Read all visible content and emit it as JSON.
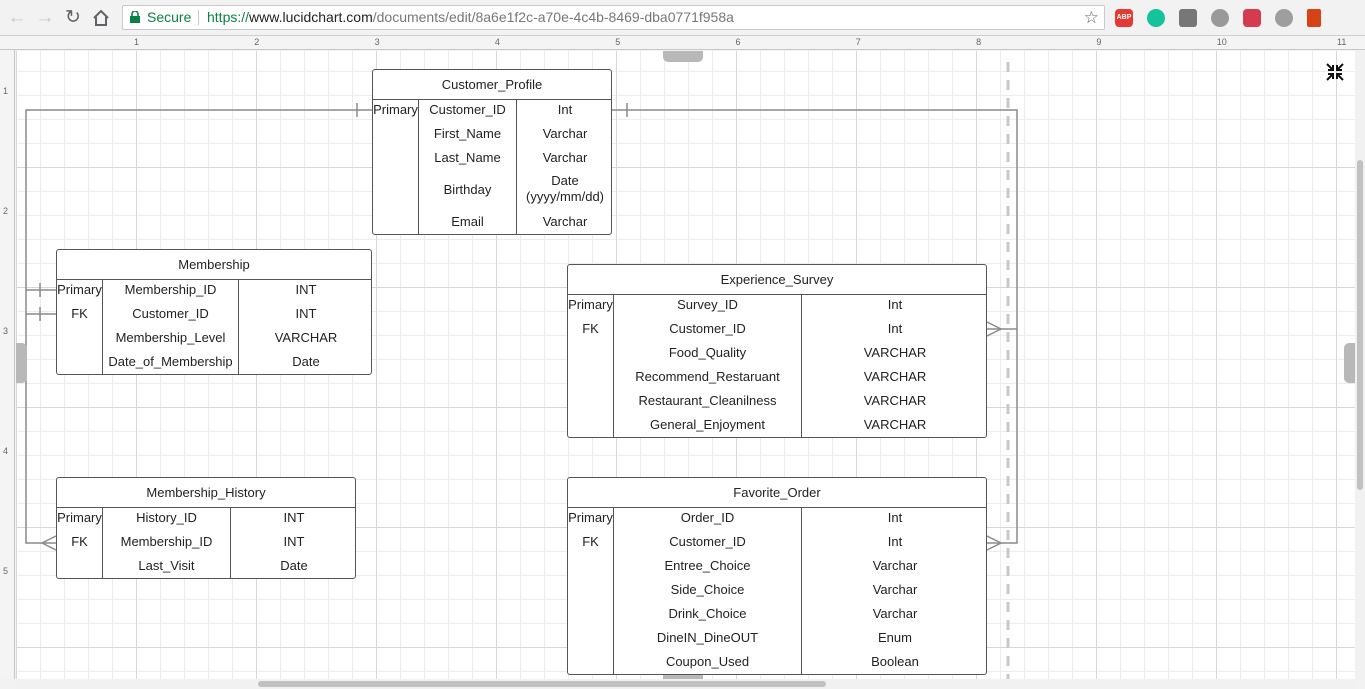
{
  "browser": {
    "secure_label": "Secure",
    "url_scheme": "https://",
    "url_host": "www.lucidchart.com",
    "url_path": "/documents/edit/8a6e1f2c-a70e-4c4b-8469-dba0771f958a",
    "extensions": [
      "ABP",
      "grammarly",
      "ext",
      "ext",
      "pocket",
      "palette",
      "bookmark"
    ]
  },
  "rulers": {
    "top_labels": [
      "1",
      "2",
      "3",
      "4",
      "5",
      "6",
      "7",
      "8",
      "9",
      "10",
      "11"
    ],
    "left_labels": [
      "1",
      "2",
      "3",
      "4",
      "5"
    ]
  },
  "diagram": {
    "entities": [
      {
        "name": "Customer_Profile",
        "rows": [
          {
            "key": "Primary",
            "field": "Customer_ID",
            "type": "Int"
          },
          {
            "key": "",
            "field": "First_Name",
            "type": "Varchar"
          },
          {
            "key": "",
            "field": "Last_Name",
            "type": "Varchar"
          },
          {
            "key": "",
            "field": "Birthday",
            "type": "Date (yyyy/mm/dd)"
          },
          {
            "key": "",
            "field": "Email",
            "type": "Varchar"
          }
        ]
      },
      {
        "name": "Membership",
        "rows": [
          {
            "key": "Primary",
            "field": "Membership_ID",
            "type": "INT"
          },
          {
            "key": "FK",
            "field": "Customer_ID",
            "type": "INT"
          },
          {
            "key": "",
            "field": "Membership_Level",
            "type": "VARCHAR"
          },
          {
            "key": "",
            "field": "Date_of_Membership",
            "type": "Date"
          }
        ]
      },
      {
        "name": "Experience_Survey",
        "rows": [
          {
            "key": "Primary",
            "field": "Survey_ID",
            "type": "Int"
          },
          {
            "key": "FK",
            "field": "Customer_ID",
            "type": "Int"
          },
          {
            "key": "",
            "field": "Food_Quality",
            "type": "VARCHAR"
          },
          {
            "key": "",
            "field": "Recommend_Restaruant",
            "type": "VARCHAR"
          },
          {
            "key": "",
            "field": "Restaurant_Cleanilness",
            "type": "VARCHAR"
          },
          {
            "key": "",
            "field": "General_Enjoyment",
            "type": "VARCHAR"
          }
        ]
      },
      {
        "name": "Membership_History",
        "rows": [
          {
            "key": "Primary",
            "field": "History_ID",
            "type": "INT"
          },
          {
            "key": "FK",
            "field": "Membership_ID",
            "type": "INT"
          },
          {
            "key": "",
            "field": "Last_Visit",
            "type": "Date"
          }
        ]
      },
      {
        "name": "Favorite_Order",
        "rows": [
          {
            "key": "Primary",
            "field": "Order_ID",
            "type": "Int"
          },
          {
            "key": "FK",
            "field": "Customer_ID",
            "type": "Int"
          },
          {
            "key": "",
            "field": "Entree_Choice",
            "type": "Varchar"
          },
          {
            "key": "",
            "field": "Side_Choice",
            "type": "Varchar"
          },
          {
            "key": "",
            "field": "Drink_Choice",
            "type": "Varchar"
          },
          {
            "key": "",
            "field": "DineIN_DineOUT",
            "type": "Enum"
          },
          {
            "key": "",
            "field": "Coupon_Used",
            "type": "Boolean"
          }
        ]
      }
    ]
  }
}
